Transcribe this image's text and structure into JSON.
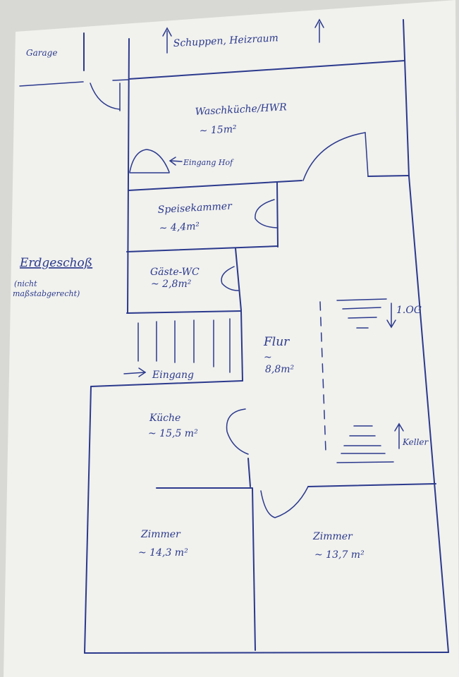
{
  "plan": {
    "heading": "Erdgeschoß",
    "note_line1": "(nicht",
    "note_line2": "maßstabgerecht)",
    "ink_color": "#2b3a8c",
    "paper_color": "#f1f1ee"
  },
  "labels": {
    "garage": "Garage",
    "shed": "Schuppen, Heizraum",
    "entrance_yard": "Eingang Hof",
    "entrance": "Eingang",
    "upstairs": "1.OG",
    "basement": "Keller"
  },
  "rooms": {
    "laundry": {
      "name": "Waschküche/HWR",
      "area": "~ 15m²"
    },
    "pantry": {
      "name": "Speisekammer",
      "area": "~ 4,4m²"
    },
    "guest_wc": {
      "name": "Gäste-WC",
      "area": "~ 2,8m²"
    },
    "hall": {
      "name": "Flur",
      "approx": "~",
      "area": "8,8m²"
    },
    "kitchen": {
      "name": "Küche",
      "area": "~ 15,5 m²"
    },
    "room_left": {
      "name": "Zimmer",
      "area": "~ 14,3 m²"
    },
    "room_right": {
      "name": "Zimmer",
      "area": "~ 13,7 m²"
    }
  }
}
